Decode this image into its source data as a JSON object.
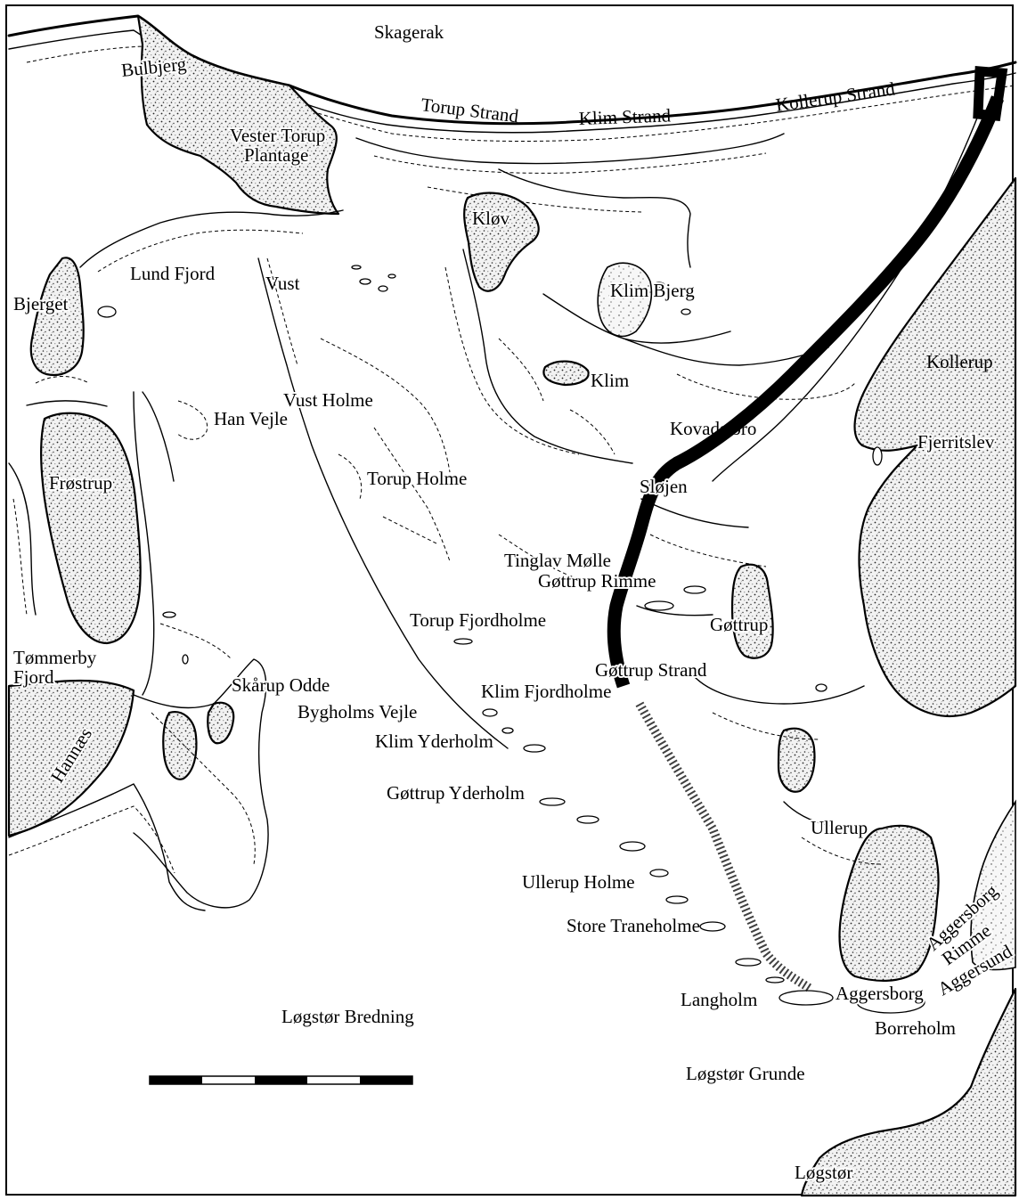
{
  "map": {
    "water": {
      "skagerak": "Skagerak",
      "lund_fjord": "Lund Fjord",
      "han_vejle": "Han Vejle",
      "tommerby_fjord_line1": "Tømmerby",
      "tommerby_fjord_line2": "Fjord",
      "bygholms_vejle": "Bygholms Vejle",
      "logstor_bredning": "Løgstør Bredning",
      "logstor_grunde": "Løgstør Grunde",
      "aggersund": "Aggersund"
    },
    "coast": {
      "torup_strand": "Torup Strand",
      "klim_strand": "Klim Strand",
      "kollerup_strand": "Kollerup Strand",
      "gottrup_strand": "Gøttrup Strand"
    },
    "places": {
      "bulbjerg": "Bulbjerg",
      "vester_torup_line1": "Vester Torup",
      "vester_torup_line2": "Plantage",
      "klov": "Kløv",
      "vust": "Vust",
      "bjerget": "Bjerget",
      "klim_bjerg": "Klim Bjerg",
      "kollerup": "Kollerup",
      "klim": "Klim",
      "kovads_bro": "Kovads bro",
      "fjerritslev": "Fjerritslev",
      "frostrup": "Frøstrup",
      "slojen": "Sløjen",
      "tinglav_molle": "Tinglav Mølle",
      "gottrup_rimme": "Gøttrup Rimme",
      "gottrup": "Gøttrup",
      "hannaes": "Hannæs",
      "ullerup": "Ullerup",
      "aggersborg_rimme_line1": "Aggersborg",
      "aggersborg_rimme_line2": "Rimme",
      "aggersborg": "Aggersborg",
      "borreholm": "Borreholm",
      "logstor": "Løgstør",
      "skarup_odde": "Skårup Odde"
    },
    "holme": {
      "vust_holme": "Vust Holme",
      "torup_holme": "Torup Holme",
      "torup_fjordholme": "Torup Fjordholme",
      "klim_fjordholme": "Klim Fjordholme",
      "klim_yderholm": "Klim Yderholm",
      "gottrup_yderholm": "Gøttrup Yderholm",
      "ullerup_holme": "Ullerup Holme",
      "store_traneholme": "Store Traneholme",
      "langholm": "Langholm"
    },
    "scale_bar": {
      "segments": 5
    },
    "colors": {
      "ink": "#000000",
      "paper": "#ffffff"
    }
  }
}
